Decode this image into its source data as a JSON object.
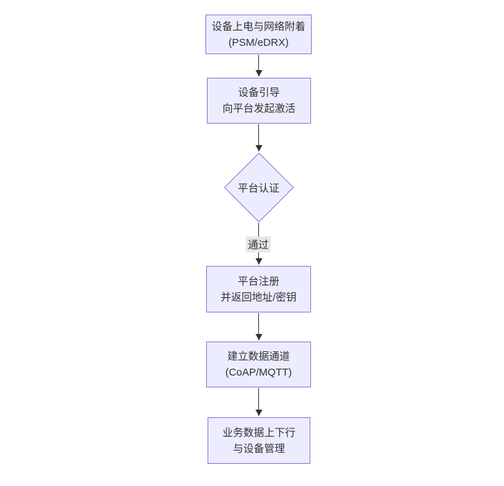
{
  "theme": {
    "background": "#ffffff",
    "node_fill": "#ECECFF",
    "node_border": "#9370DB",
    "text_color": "#333333",
    "arrow_color": "#333333",
    "edge_label_background": "#e8e8e8"
  },
  "flowchart": {
    "nodes": [
      {
        "id": "power-on",
        "shape": "rect",
        "line1": "设备上电与网络附着",
        "line2": "(PSM/eDRX)"
      },
      {
        "id": "bootstrap",
        "shape": "rect",
        "line1": "设备引导",
        "line2": "向平台发起激活"
      },
      {
        "id": "platform-auth",
        "shape": "diamond",
        "line1": "平台认证",
        "line2": ""
      },
      {
        "id": "platform-register",
        "shape": "rect",
        "line1": "平台注册",
        "line2": "并返回地址/密钥"
      },
      {
        "id": "data-channel",
        "shape": "rect",
        "line1": "建立数据通道",
        "line2": "(CoAP/MQTT)"
      },
      {
        "id": "business-data",
        "shape": "rect",
        "line1": "业务数据上下行",
        "line2": "与设备管理"
      }
    ],
    "edge_labels": [
      {
        "text": "通过"
      }
    ]
  }
}
